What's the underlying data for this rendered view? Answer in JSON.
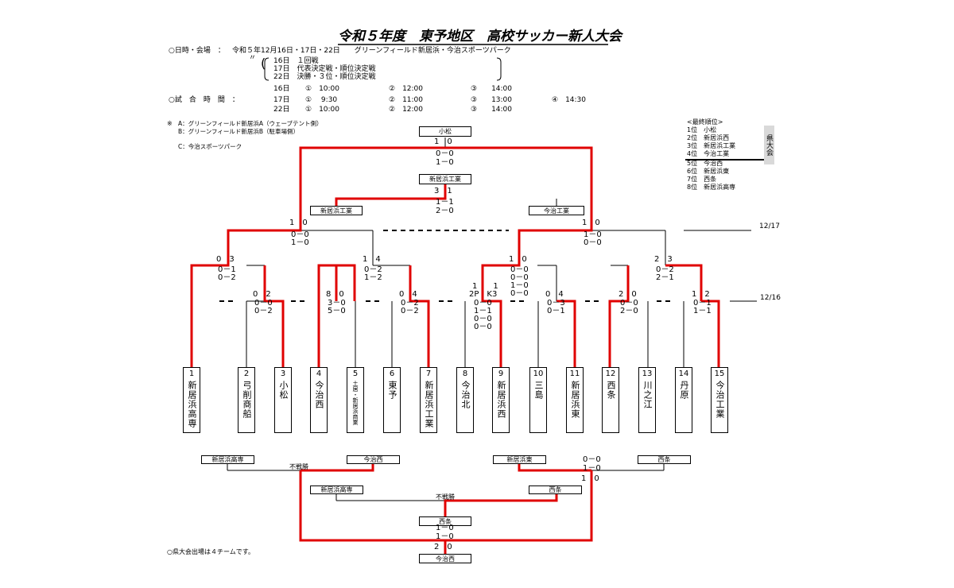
{
  "title": "令和５年度　東予地区　高校サッカー新人大会",
  "schedule": {
    "label": "○日時・会場　：",
    "dates": "令和５年12月16日・17日・22日　　グリーンフィールド新居浜・今治スポーツパーク",
    "ditto": "〃",
    "day16": "16日　１回戦",
    "day17": "17日　代表決定戦・順位決定戦",
    "day22": "22日　決勝・３位・順位決定戦"
  },
  "times": {
    "label": "○試　合　時　間　：",
    "rows": [
      {
        "day": "16日",
        "s1": "①　10:00",
        "s2": "②　12:00",
        "s3": "③　　14:00",
        "s4": ""
      },
      {
        "day": "17日",
        "s1": "①　 9:30",
        "s2": "②　11:00",
        "s3": "③　　13:00",
        "s4": "④　14:30"
      },
      {
        "day": "22日",
        "s1": "①　10:00",
        "s2": "②　12:00",
        "s3": "③　　14:00",
        "s4": ""
      }
    ]
  },
  "venues": {
    "mark": "※",
    "a": "A：グリーンフィールド新居浜A（ウェーブテント側）",
    "b": "B：グリーンフィールド新居浜B（駐車場側）",
    "c": "C：今治スポーツパーク"
  },
  "final_ranking": {
    "title": "<最終順位>",
    "entries": [
      "1位　小松",
      "2位　新居浜西",
      "3位　新居浜工業",
      "4位　今治工業",
      "5位　今治西",
      "6位　新居浜東",
      "7位　西条",
      "8位　新居浜高専"
    ],
    "ken_label": "県大会"
  },
  "date_labels": {
    "d1217": "12/17",
    "d1216": "12/16"
  },
  "note": "○県大会出場は４チームです。",
  "teams": [
    {
      "num": "1",
      "name": "新居浜高専"
    },
    {
      "num": "2",
      "name": "弓削商船"
    },
    {
      "num": "3",
      "name": "小松"
    },
    {
      "num": "4",
      "name": "今治西"
    },
    {
      "num": "5",
      "name": "土居・新居浜商業"
    },
    {
      "num": "6",
      "name": "東予"
    },
    {
      "num": "7",
      "name": "新居浜工業"
    },
    {
      "num": "8",
      "name": "今治北"
    },
    {
      "num": "9",
      "name": "新居浜西"
    },
    {
      "num": "10",
      "name": "三島"
    },
    {
      "num": "11",
      "name": "新居浜東"
    },
    {
      "num": "12",
      "name": "西条"
    },
    {
      "num": "13",
      "name": "川之江"
    },
    {
      "num": "14",
      "name": "丹原"
    },
    {
      "num": "15",
      "name": "今治工業"
    }
  ],
  "boxes": {
    "champion": "小松",
    "third_winner": "新居浜工業",
    "semi_left_loser": "新居浜工業",
    "semi_right_loser": "今治工業",
    "b_left1": "新居浜高専",
    "b_left2": "今治西",
    "b_right1": "新居浜東",
    "b_right2": "西条",
    "c_left": "新居浜高専",
    "c_right": "西条",
    "c_mid": "西条",
    "c_bottom": "今治西"
  },
  "scores": {
    "final_top": "1　0",
    "final_h1": "0－0",
    "final_h2": "1－0",
    "third_top": "3　1",
    "third_h1": "1－1",
    "third_h2": "2－0",
    "sf_left": "1　0",
    "sf_left_h1": "0－0",
    "sf_left_h2": "1－0",
    "sf_right": "1　0",
    "sf_right_h1": "1－0",
    "sf_right_h2": "0－0",
    "qf1": "0　3",
    "qf1_h1": "0－1",
    "qf1_h2": "0－2",
    "qf2": "1　4",
    "qf2_h1": "0－2",
    "qf2_h2": "1－2",
    "qf3": "1　0",
    "qf3_h1": "0－0",
    "qf3_h2": "0－0",
    "qf3_h3": "1－0",
    "qf3_h4": "0－0",
    "qf4": "2　3",
    "qf4_h1": "0－2",
    "qf4_h2": "2－1",
    "r1_a": "0　2",
    "r1_a_h1": "0－0",
    "r1_a_h2": "0－2",
    "r1_b": "8　0",
    "r1_b_h1": "3－0",
    "r1_b_h2": "5－0",
    "r1_c": "0　4",
    "r1_c_h1": "0－2",
    "r1_c_h2": "0－2",
    "r1_d_top": "1　　1",
    "r1_d": "2P　K3",
    "r1_d_h1": "0－0",
    "r1_d_h2": "1－1",
    "r1_d_h3": "0－0",
    "r1_d_h4": "0－0",
    "r1_e": "0　4",
    "r1_e_h1": "0－3",
    "r1_e_h2": "0－1",
    "r1_f": "2　0",
    "r1_f_h1": "0－0",
    "r1_f_h2": "2－0",
    "r1_g": "1　2",
    "r1_g_h1": "0－1",
    "r1_g_h2": "1－1",
    "fusensho_a": "不戦勝",
    "b_right_h1": "0－0",
    "b_right_h2": "1－0",
    "b_right_pk": "1　0",
    "fusensho_b": "不戦勝",
    "c_h1": "1－0",
    "c_h2": "1－0",
    "c_pk": "2　0"
  },
  "colors": {
    "win": "#e00000",
    "line": "#000000",
    "ken_bg": "#d9d9d9"
  }
}
